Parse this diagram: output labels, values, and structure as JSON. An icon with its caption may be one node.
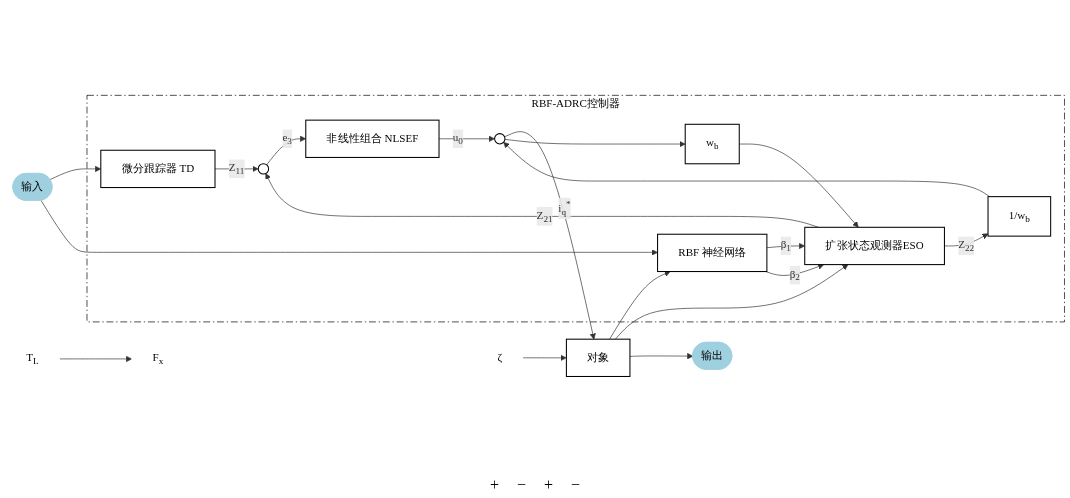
{
  "diagram": {
    "nodes": [
      {
        "text": [
          "RBF-ADRC控制器"
        ]
      },
      {
        "text": [
          "输入"
        ]
      },
      {
        "text": [
          "微分跟踪器 TD"
        ],
        "in": 0
      },
      {
        "text": [],
        "shape": "circle",
        "in": 0
      },
      {
        "text": [
          "非线性组合 NLSEF"
        ],
        "in": 0
      },
      {
        "text": [],
        "shape": "circle",
        "in": 0
      },
      {
        "text": [
          "1/w$_{b}$"
        ],
        "in": 0
      },
      {
        "text": [
          "w$_{b}$"
        ],
        "in": 0
      },
      {
        "text": [
          "RBF 神经网络"
        ],
        "in": 0
      },
      {
        "text": [
          "扩张状态观测器ESO"
        ],
        "in": 0
      },
      {
        "text": [
          "对象"
        ]
      },
      {
        "text": [
          "输出"
        ]
      },
      {
        "text": [
          "ζ"
        ]
      },
      {
        "text": [
          "F$_{x}$"
        ]
      },
      {
        "text": [
          "T$_{L}$"
        ]
      }
    ],
    "edges": [
      {
        "from": 1,
        "to": 2,
        "arrow": "to"
      },
      {
        "from": 1,
        "to": 8,
        "arrow": "to"
      },
      {
        "from": 2,
        "to": 3,
        "arrow": "to",
        "label": "Z$_{11}$"
      },
      {
        "from": 3,
        "to": 4,
        "arrow": "to",
        "label": "e$_{3}$"
      },
      {
        "from": 4,
        "to": 5,
        "arrow": "to",
        "label": "u$_{0}$"
      },
      {
        "from": 5,
        "to": 10,
        "arrow": "to",
        "label": "i$_{q}$$^{*}$"
      },
      {
        "from": 5,
        "to": 7,
        "arrow": "to"
      },
      {
        "from": 6,
        "to": 5,
        "arrow": "to"
      },
      {
        "from": 7,
        "to": 9,
        "arrow": "to"
      },
      {
        "from": 8,
        "to": 9,
        "arrow": "to",
        "label": "β$_{1}$"
      },
      {
        "from": 8,
        "to": 9,
        "arrow": "to",
        "label": "β$_{2}$"
      },
      {
        "from": 9,
        "to": 6,
        "arrow": "to",
        "label": "Z$_{22}$"
      },
      {
        "from": 9,
        "to": 3,
        "arrow": "to",
        "label": "Z$_{21}$"
      },
      {
        "from": 10,
        "to": 11,
        "arrow": "to"
      },
      {
        "from": 10,
        "to": 8,
        "arrow": "to"
      },
      {
        "from": 10,
        "to": 9,
        "arrow": "to"
      },
      {
        "from": 12,
        "to": 10,
        "arrow": "to"
      },
      {
        "from": 14,
        "to": 13,
        "arrow": "to"
      }
    ],
    "labels": [
      "+",
      "−",
      "+",
      "−"
    ]
  }
}
